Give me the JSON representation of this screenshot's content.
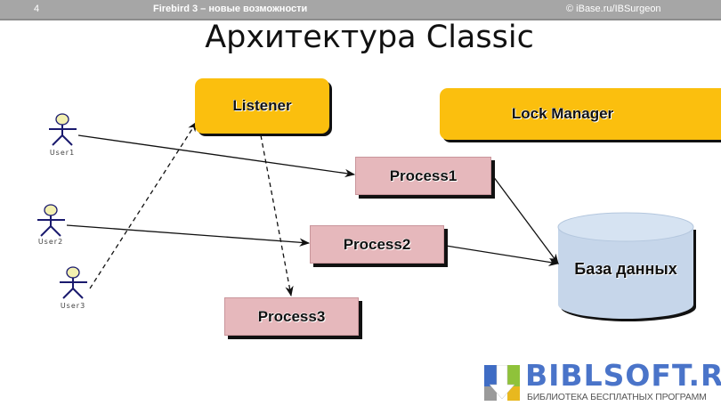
{
  "header": {
    "slide_number": "4",
    "subject": "Firebird 3 – новые возможности",
    "copyright": "© iBase.ru/IBSurgeon"
  },
  "title": "Архитектура Classic",
  "actors": [
    {
      "id": "user1",
      "label": "User1"
    },
    {
      "id": "user2",
      "label": "User2"
    },
    {
      "id": "user3",
      "label": "User3"
    }
  ],
  "nodes": {
    "listener": {
      "label": "Listener",
      "color": "#fbbf0e"
    },
    "lock_manager": {
      "label": "Lock Manager",
      "color": "#fbbf0e"
    },
    "process1": {
      "label": "Process1",
      "color": "#e6b8bc"
    },
    "process2": {
      "label": "Process2",
      "color": "#e6b8bc"
    },
    "process3": {
      "label": "Process3",
      "color": "#e6b8bc"
    },
    "database": {
      "label": "База данных",
      "color": "#c9d9ec"
    }
  },
  "edges": [
    {
      "from": "User1",
      "to": "Process1",
      "style": "solid"
    },
    {
      "from": "User2",
      "to": "Process2",
      "style": "solid"
    },
    {
      "from": "User3",
      "to": "Listener",
      "style": "dashed"
    },
    {
      "from": "Listener",
      "to": "Process3",
      "style": "dashed"
    },
    {
      "from": "Process1",
      "to": "База данных",
      "style": "solid"
    },
    {
      "from": "Process2",
      "to": "База данных",
      "style": "solid"
    }
  ],
  "watermark": {
    "brand": "BIBLSOFT.RU",
    "tagline": "БИБЛИОТЕКА БЕСПЛАТНЫХ ПРОГРАММ"
  }
}
